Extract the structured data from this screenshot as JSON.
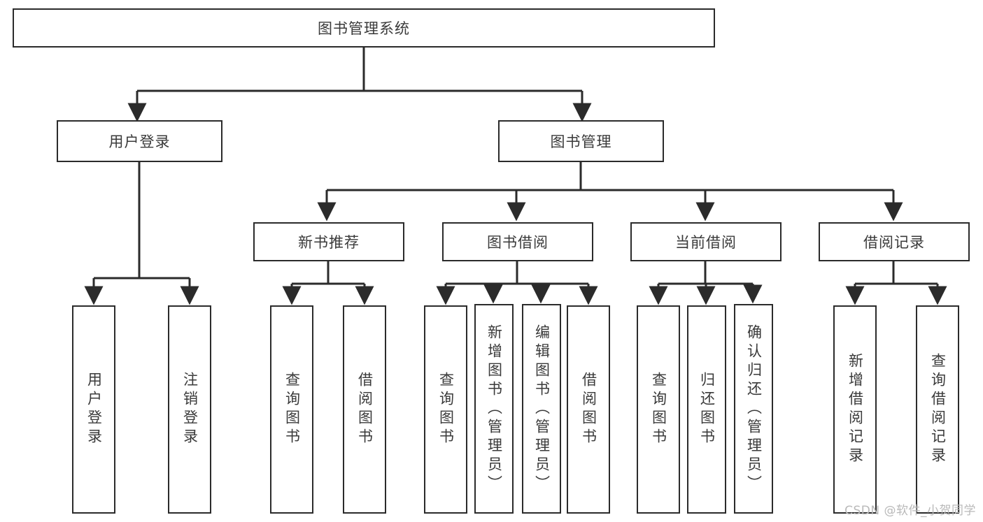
{
  "diagram": {
    "title": "图书管理系统",
    "type": "tree-hierarchy",
    "watermark": "CSDN @软件_小贺同学",
    "colors": {
      "border": "#2b2b2b",
      "text": "#3a3a3a",
      "background": "#ffffff",
      "watermark": "#b9b9b9"
    },
    "nodes": {
      "root": {
        "label": "图书管理系统"
      },
      "level2": [
        {
          "id": "user-login",
          "label": "用户登录"
        },
        {
          "id": "book-management",
          "label": "图书管理"
        }
      ],
      "level3": [
        {
          "id": "new-book-recommend",
          "label": "新书推荐"
        },
        {
          "id": "book-borrow",
          "label": "图书借阅"
        },
        {
          "id": "current-borrow",
          "label": "当前借阅"
        },
        {
          "id": "borrow-record",
          "label": "借阅记录"
        }
      ],
      "leaves": {
        "user-login": [
          {
            "id": "leaf-user-login",
            "label": "用户登录"
          },
          {
            "id": "leaf-logout-login",
            "label": "注销登录"
          }
        ],
        "new-book-recommend": [
          {
            "id": "leaf-query-book-1",
            "label": "查询图书"
          },
          {
            "id": "leaf-borrow-book-1",
            "label": "借阅图书"
          }
        ],
        "book-borrow": [
          {
            "id": "leaf-query-book-2",
            "label": "查询图书"
          },
          {
            "id": "leaf-add-book",
            "label": "新增图书（管理员）"
          },
          {
            "id": "leaf-edit-book",
            "label": "编辑图书（管理员）"
          },
          {
            "id": "leaf-borrow-book-2",
            "label": "借阅图书"
          }
        ],
        "current-borrow": [
          {
            "id": "leaf-query-book-3",
            "label": "查询图书"
          },
          {
            "id": "leaf-return-book",
            "label": "归还图书"
          },
          {
            "id": "leaf-confirm-return",
            "label": "确认归还（管理员）"
          }
        ],
        "borrow-record": [
          {
            "id": "leaf-add-record",
            "label": "新增借阅记录"
          },
          {
            "id": "leaf-query-record",
            "label": "查询借阅记录"
          }
        ]
      }
    }
  }
}
